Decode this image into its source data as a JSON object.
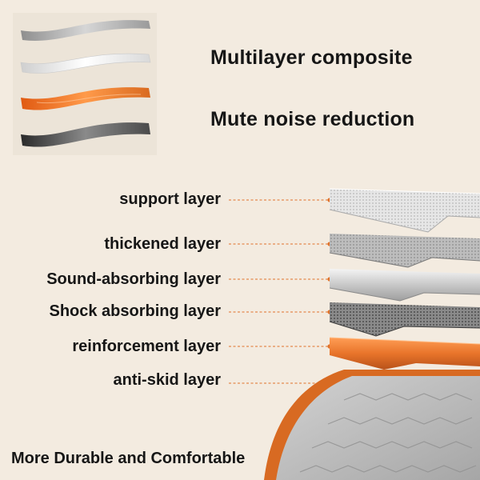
{
  "headlines": {
    "line1": "Multilayer composite",
    "line2": "Mute noise reduction"
  },
  "layers": [
    {
      "label": "support layer",
      "icon": "support-layer-swatch"
    },
    {
      "label": "thickened layer",
      "icon": "thickened-layer-swatch"
    },
    {
      "label": "Sound-absorbing layer",
      "icon": "sound-absorbing-layer-swatch"
    },
    {
      "label": "Shock absorbing layer",
      "icon": "shock-absorbing-layer-swatch"
    },
    {
      "label": "reinforcement layer",
      "icon": "reinforcement-layer-swatch"
    },
    {
      "label": "anti-skid layer",
      "icon": "anti-skid-layer-swatch"
    }
  ],
  "footer": "More Durable and Comfortable",
  "colors": {
    "background": "#f3ebe0",
    "accent_orange": "#e8742a",
    "leader_line": "#e0722a",
    "text": "#161616"
  }
}
